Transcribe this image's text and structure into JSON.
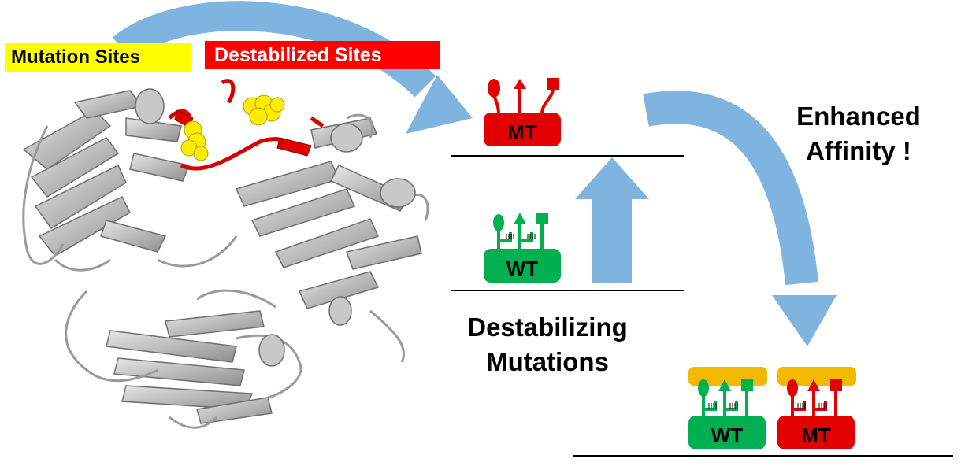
{
  "labels": {
    "mutation_sites": "Mutation Sites",
    "destabilized_sites": "Destabilized Sites",
    "enhanced_line1": "Enhanced",
    "enhanced_line2": "Affinity !",
    "destab_line1": "Destabilizing",
    "destab_line2": "Mutations"
  },
  "proteins": {
    "mt_label": "MT",
    "wt_label": "WT",
    "bound_wt_label": "WT",
    "bound_mt_label": "MT"
  },
  "colors": {
    "mt": "#ff0000",
    "wt": "#00b050",
    "arrow": "#7fb3e0",
    "ligand": "#f5b800",
    "highlight_yellow": "#ffff00",
    "protein_grey": "#bdbdbd"
  }
}
